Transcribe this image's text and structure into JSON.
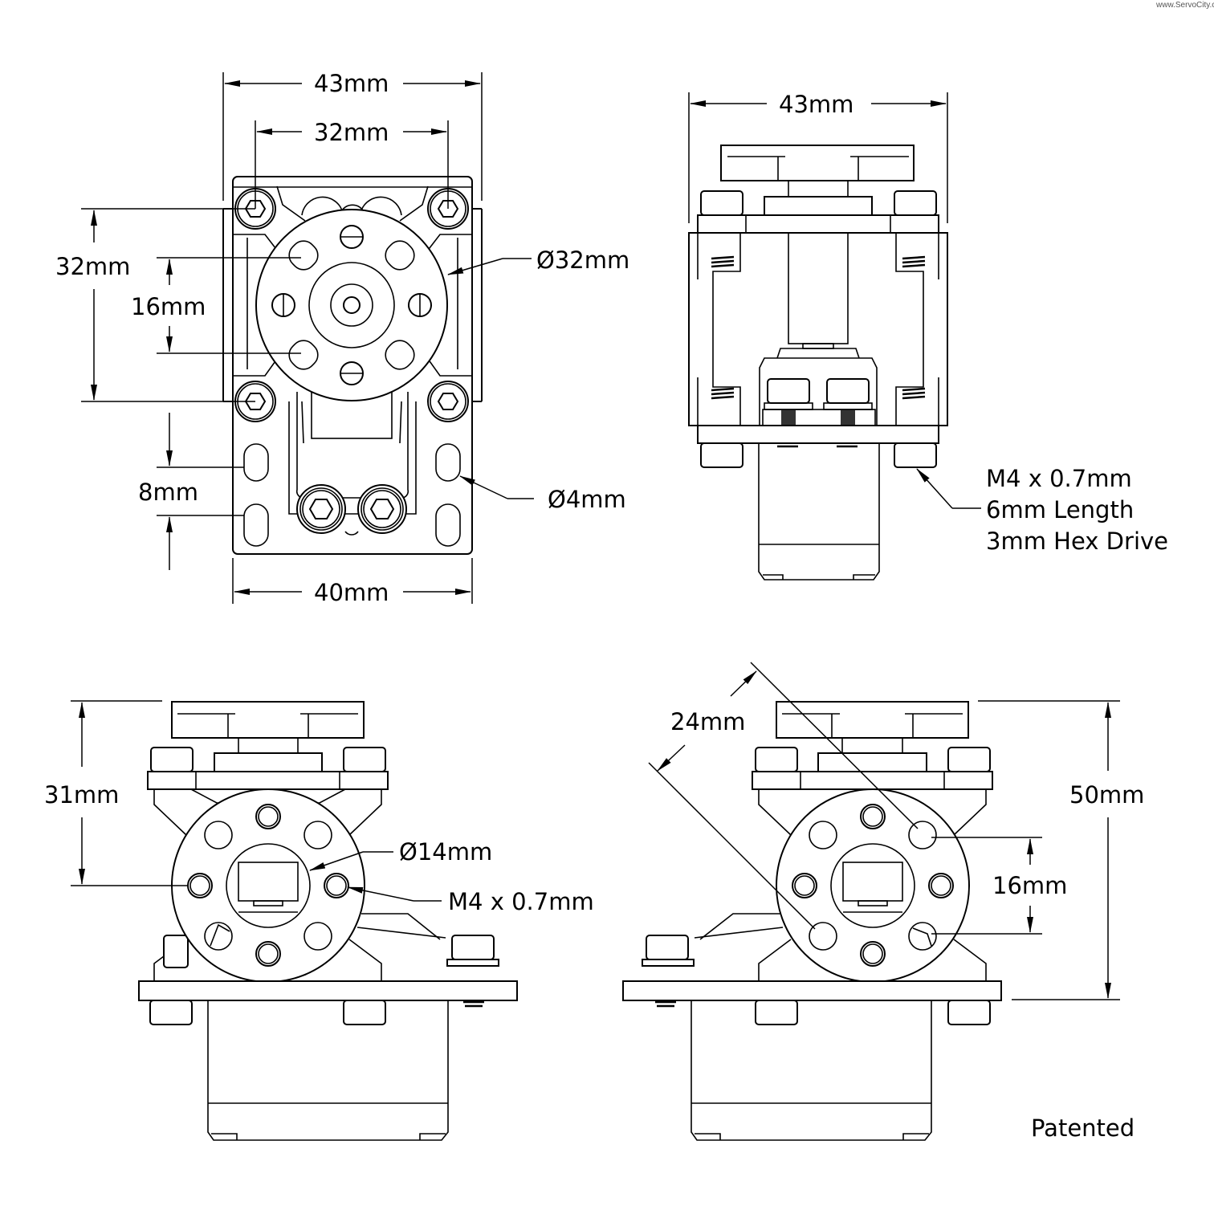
{
  "watermark": "www.ServoCity.com",
  "views": {
    "top_view": {
      "dimensions": {
        "overall_width": "43mm",
        "bolt_spacing_width": "32mm",
        "bolt_spacing_height": "32mm",
        "hub_pattern_spacing": "16mm",
        "slot_spacing": "8mm",
        "plate_width": "40mm",
        "hub_diameter": "Ø32mm",
        "slot_diameter": "Ø4mm"
      }
    },
    "side_view_right": {
      "dimensions": {
        "overall_width": "43mm"
      },
      "callout": {
        "line1": "M4 x 0.7mm",
        "line2": "6mm Length",
        "line3": "3mm Hex Drive"
      }
    },
    "front_view_left": {
      "dimensions": {
        "height_to_center": "31mm",
        "bore_diameter": "Ø14mm",
        "thread": "M4 x 0.7mm"
      }
    },
    "front_view_right": {
      "dimensions": {
        "diagonal_hole_spacing": "24mm",
        "overall_height": "50mm",
        "hole_spacing": "16mm"
      }
    }
  },
  "footer_note": "Patented"
}
